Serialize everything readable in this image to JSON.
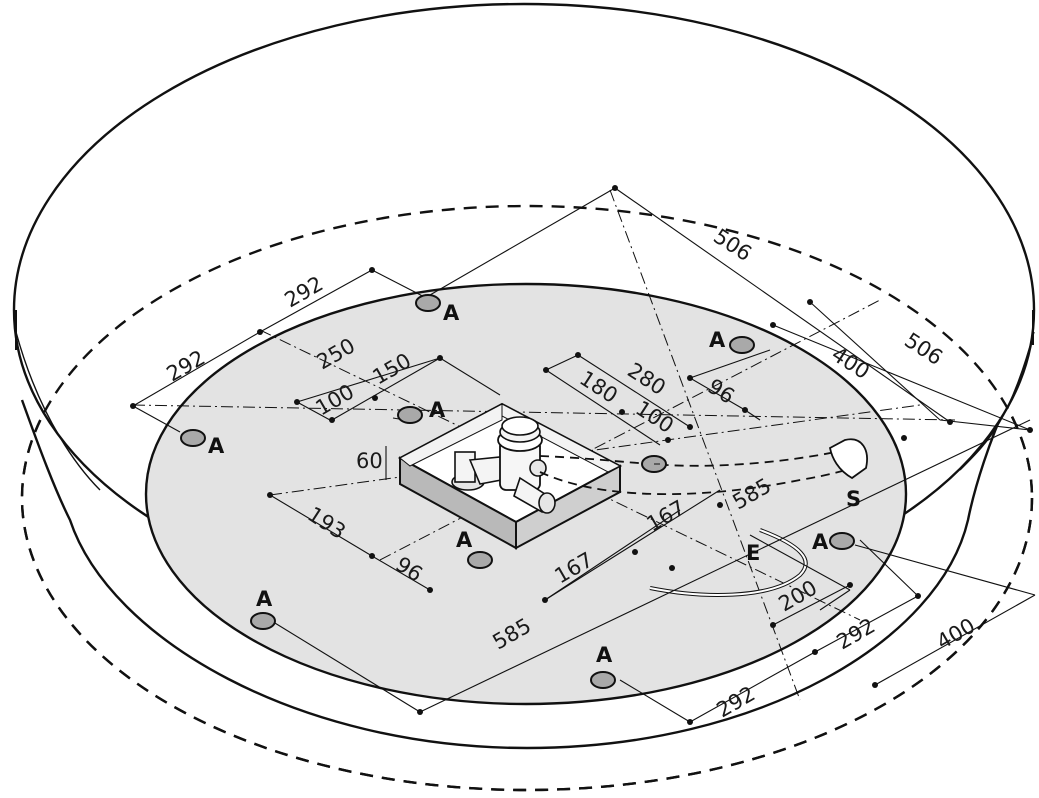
{
  "labels": {
    "anchor": "A",
    "supply": "S",
    "drain": "E"
  },
  "dimensions": {
    "d506_top": "506",
    "d506_right": "506",
    "d400_upper": "400",
    "d400_lower": "400",
    "d292_top": "292",
    "d292_left": "292",
    "d292_right": "292",
    "d292_bottom": "292",
    "d250": "250",
    "d150": "150",
    "d100_left": "100",
    "d180": "180",
    "d280": "280",
    "d100_right": "100",
    "d96_upper": "96",
    "d96_lower": "96",
    "d60": "60",
    "d193": "193",
    "d167_upper": "167",
    "d167_lower": "167",
    "d585_upper": "585",
    "d585_lower": "585",
    "d200": "200"
  }
}
